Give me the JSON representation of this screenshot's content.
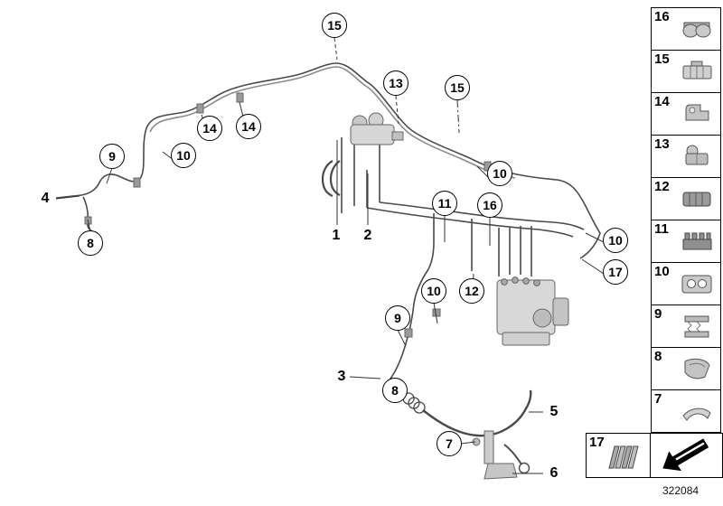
{
  "figure": {
    "number": "322084"
  },
  "callouts": [
    {
      "label": "15"
    },
    {
      "label": "13"
    },
    {
      "label": "15"
    },
    {
      "label": "14"
    },
    {
      "label": "14"
    },
    {
      "label": "9"
    },
    {
      "label": "10"
    },
    {
      "label": "10"
    },
    {
      "label": "11"
    },
    {
      "label": "16"
    },
    {
      "label": "8"
    },
    {
      "label": "10"
    },
    {
      "label": "17"
    },
    {
      "label": "10"
    },
    {
      "label": "12"
    },
    {
      "label": "9"
    },
    {
      "label": "8"
    },
    {
      "label": "7"
    }
  ],
  "part_labels": [
    {
      "label": "4"
    },
    {
      "label": "1"
    },
    {
      "label": "2"
    },
    {
      "label": "3"
    },
    {
      "label": "5"
    },
    {
      "label": "6"
    }
  ],
  "sidebar": {
    "items": [
      {
        "label": "16",
        "icon": "pipe-clamp"
      },
      {
        "label": "15",
        "icon": "connector-block"
      },
      {
        "label": "14",
        "icon": "angle-clip"
      },
      {
        "label": "13",
        "icon": "round-clip"
      },
      {
        "label": "12",
        "icon": "grommet"
      },
      {
        "label": "11",
        "icon": "comb-bracket"
      },
      {
        "label": "10",
        "icon": "pipe-holder"
      },
      {
        "label": "9",
        "icon": "spring-clamp"
      },
      {
        "label": "8",
        "icon": "bracket-plate"
      },
      {
        "label": "7",
        "icon": "strap"
      }
    ],
    "extra_item": {
      "label": "17",
      "icon": "ribbed-sleeve"
    },
    "arrow_icon": "direction-arrow"
  }
}
